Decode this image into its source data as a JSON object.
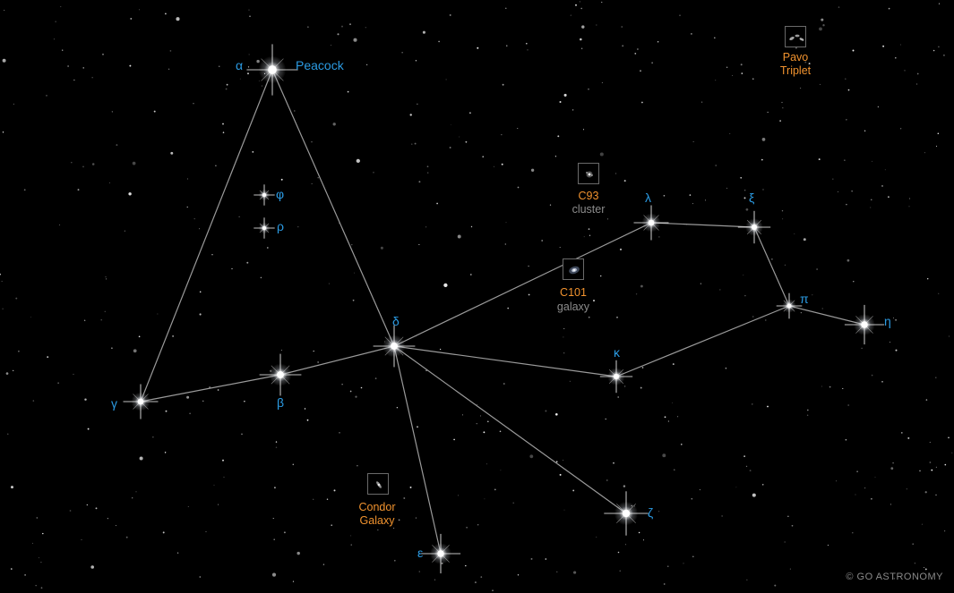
{
  "map": {
    "background": "#000000",
    "line_color": "#9a9a9a",
    "star_label_color": "#2b9be3",
    "object_label_color": "#f0922e",
    "object_type_color": "#8c8c8c"
  },
  "stars": {
    "alpha": {
      "letter": "α",
      "name": "Peacock"
    },
    "beta": {
      "letter": "β"
    },
    "gamma": {
      "letter": "γ"
    },
    "delta": {
      "letter": "δ"
    },
    "epsilon": {
      "letter": "ε"
    },
    "zeta": {
      "letter": "ζ"
    },
    "eta": {
      "letter": "η"
    },
    "kappa": {
      "letter": "κ"
    },
    "lambda": {
      "letter": "λ"
    },
    "xi": {
      "letter": "ξ"
    },
    "pi": {
      "letter": "π"
    },
    "phi": {
      "letter": "φ"
    },
    "rho": {
      "letter": "ρ"
    }
  },
  "deep_sky_objects": {
    "pavo_triplet": {
      "name_line1": "Pavo",
      "name_line2": "Triplet",
      "icon": "galaxy-group-icon"
    },
    "c93": {
      "name": "C93",
      "type": "cluster",
      "icon": "cluster-icon"
    },
    "c101": {
      "name": "C101",
      "type": "galaxy",
      "icon": "spiral-galaxy-icon"
    },
    "condor": {
      "name_line1": "Condor",
      "name_line2": "Galaxy",
      "icon": "galaxy-icon"
    }
  },
  "credit": "© GO ASTRONOMY"
}
